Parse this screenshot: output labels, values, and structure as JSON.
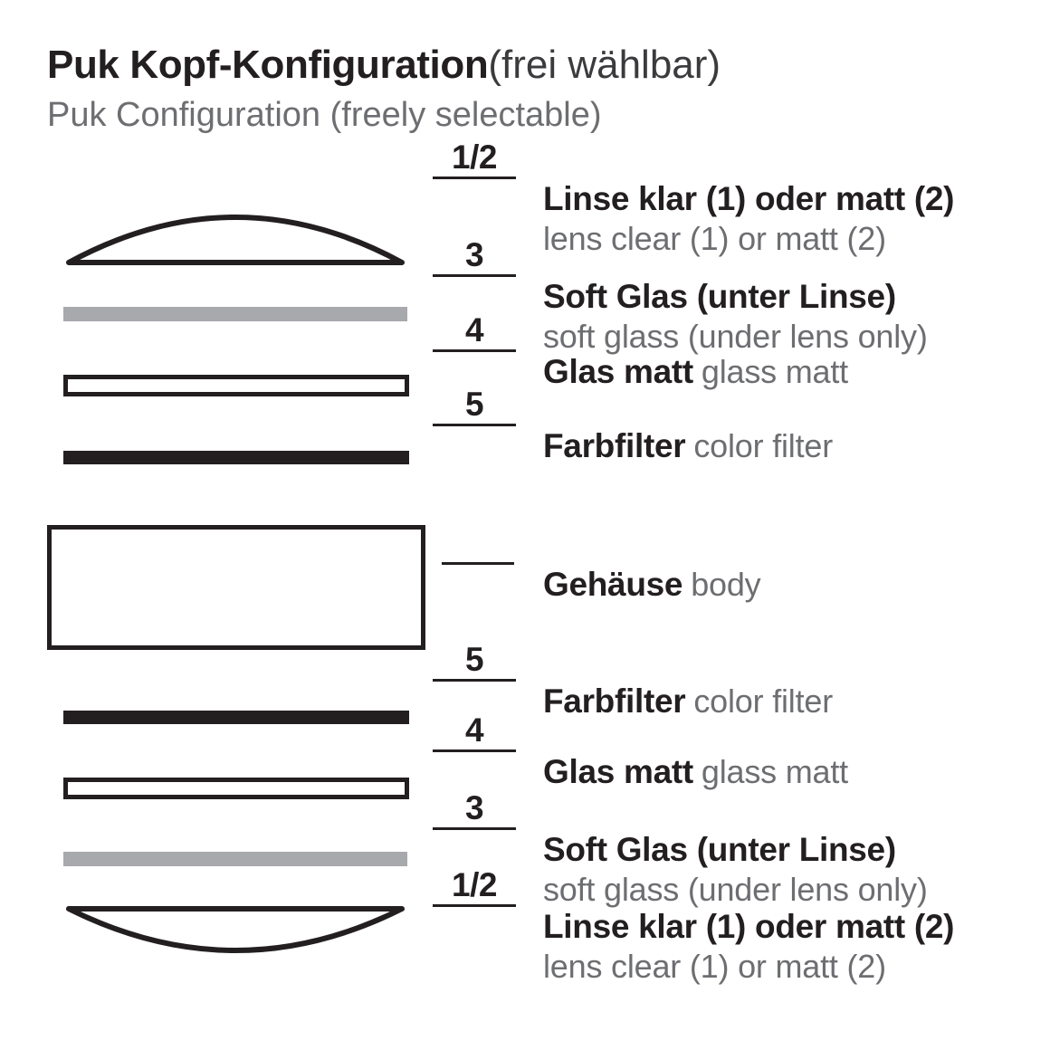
{
  "header": {
    "title_main": "Puk Kopf-Konfiguration",
    "title_paren": "(frei wählbar)",
    "subtitle": "Puk Configuration (freely selectable)"
  },
  "colors": {
    "ink": "#231f20",
    "muted": "#6d6e71",
    "soft_glass_gray": "#a8a9ad",
    "background": "#ffffff"
  },
  "diagram": {
    "top_stack": [
      {
        "number": "1/2",
        "label_de": "Linse klar (1) oder matt (2)",
        "label_en": "lens clear (1) or matt (2)",
        "shape": "convex-lens-up"
      },
      {
        "number": "3",
        "label_de": "Soft Glas (unter Linse)",
        "label_en": "soft glass (under lens only)",
        "shape": "gray-bar"
      },
      {
        "number": "4",
        "label_de": "Glas matt",
        "label_en": "glass matt",
        "shape": "hollow-bar"
      },
      {
        "number": "5",
        "label_de": "Farbfilter",
        "label_en": "color filter",
        "shape": "solid-bar"
      }
    ],
    "body": {
      "number": "",
      "label_de": "Gehäuse",
      "label_en": "body",
      "shape": "rectangle"
    },
    "bottom_stack": [
      {
        "number": "5",
        "label_de": "Farbfilter",
        "label_en": "color filter",
        "shape": "solid-bar"
      },
      {
        "number": "4",
        "label_de": "Glas matt",
        "label_en": "glass matt",
        "shape": "hollow-bar"
      },
      {
        "number": "3",
        "label_de": "Soft Glas (unter Linse)",
        "label_en": "soft glass (under lens only)",
        "shape": "gray-bar"
      },
      {
        "number": "1/2",
        "label_de": "Linse klar (1) oder matt (2)",
        "label_en": "lens clear (1) or matt (2)",
        "shape": "convex-lens-down"
      }
    ]
  }
}
